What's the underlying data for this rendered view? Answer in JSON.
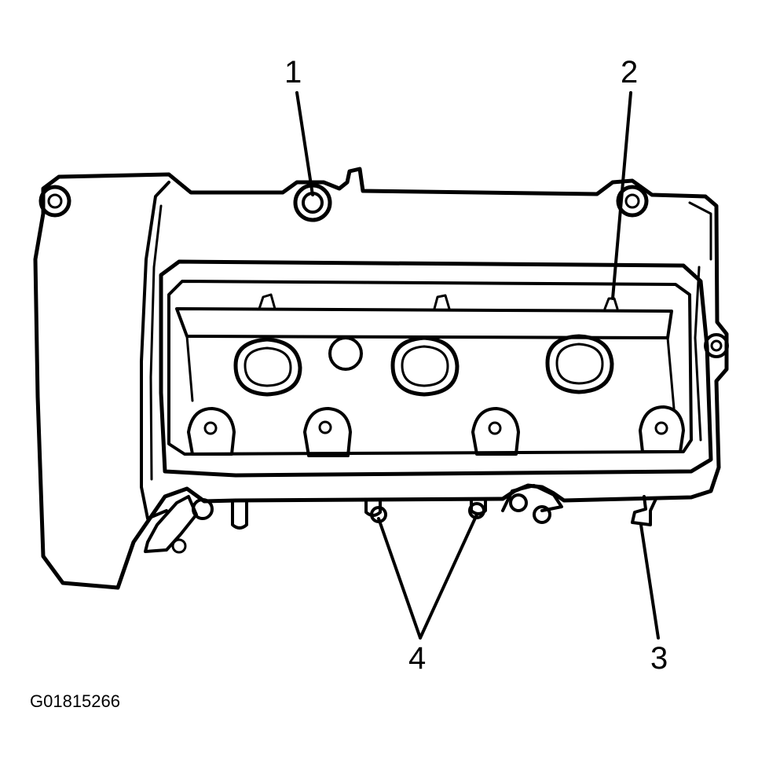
{
  "figure": {
    "id": "G01815266",
    "callouts": [
      "1",
      "2",
      "3",
      "4"
    ]
  },
  "colors": {
    "ink": "#000000",
    "paper": "#ffffff"
  }
}
